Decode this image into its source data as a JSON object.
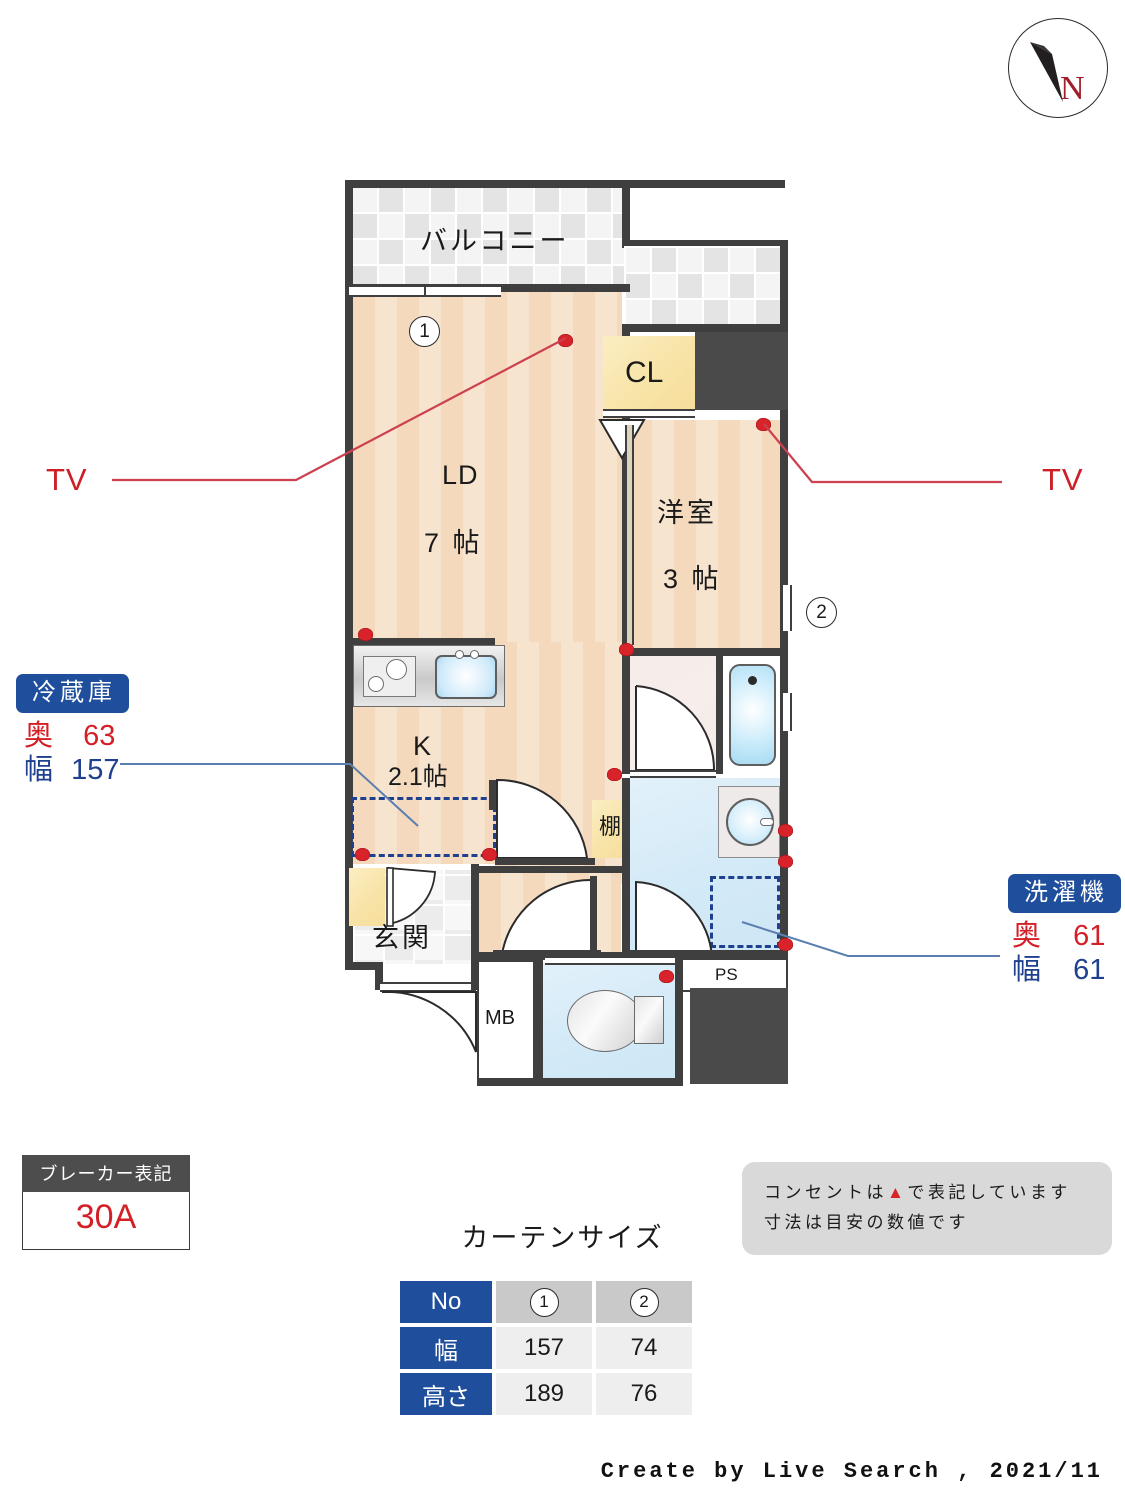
{
  "compass": {
    "letter": "N",
    "name": "compass-north-indicator"
  },
  "floorplan": {
    "balcony_label": "バルコニー",
    "rooms": [
      {
        "key": "ld",
        "name": "LD",
        "size": "7 帖"
      },
      {
        "key": "washitsu",
        "name": "洋室",
        "size": "3 帖"
      },
      {
        "key": "kitchen",
        "name": "K",
        "size": "2.1帖"
      }
    ],
    "closet_label": "CL",
    "shelf_label": "棚",
    "entrance_label": "玄関",
    "meter_box_label": "MB",
    "pipe_shaft_label": "PS",
    "window_marks": [
      {
        "id": "1",
        "label": "1"
      },
      {
        "id": "2",
        "label": "2"
      }
    ],
    "tv_left_label": "TV",
    "tv_right_label": "TV"
  },
  "appliances": {
    "fridge": {
      "title": "冷蔵庫",
      "depth_label": "奥",
      "depth_value": "63",
      "width_label": "幅",
      "width_value": "157"
    },
    "washer": {
      "title": "洗濯機",
      "depth_label": "奥",
      "depth_value": "61",
      "width_label": "幅",
      "width_value": "61"
    }
  },
  "breaker": {
    "title": "ブレーカー表記",
    "value": "30A"
  },
  "note": {
    "line1_before": "コンセントは",
    "line1_symbol": "▲",
    "line1_after": "で表記しています",
    "line2": "寸法は目安の数値です"
  },
  "curtain": {
    "title": "カーテンサイズ",
    "row_headers": [
      "No",
      "幅",
      "高さ"
    ],
    "columns": [
      {
        "no": "1",
        "width": "157",
        "height": "189"
      },
      {
        "no": "2",
        "width": "74",
        "height": "76"
      }
    ]
  },
  "footer": {
    "credit": "Create by Live Search , 2021/11"
  },
  "colors": {
    "accent_blue": "#1f4e9c",
    "accent_red": "#d41f26",
    "wall": "#3f3f3f",
    "room_fill": "#f4d9bd",
    "closet_fill": "#f8e3a6",
    "wet_fill": "#d2e9f7"
  }
}
